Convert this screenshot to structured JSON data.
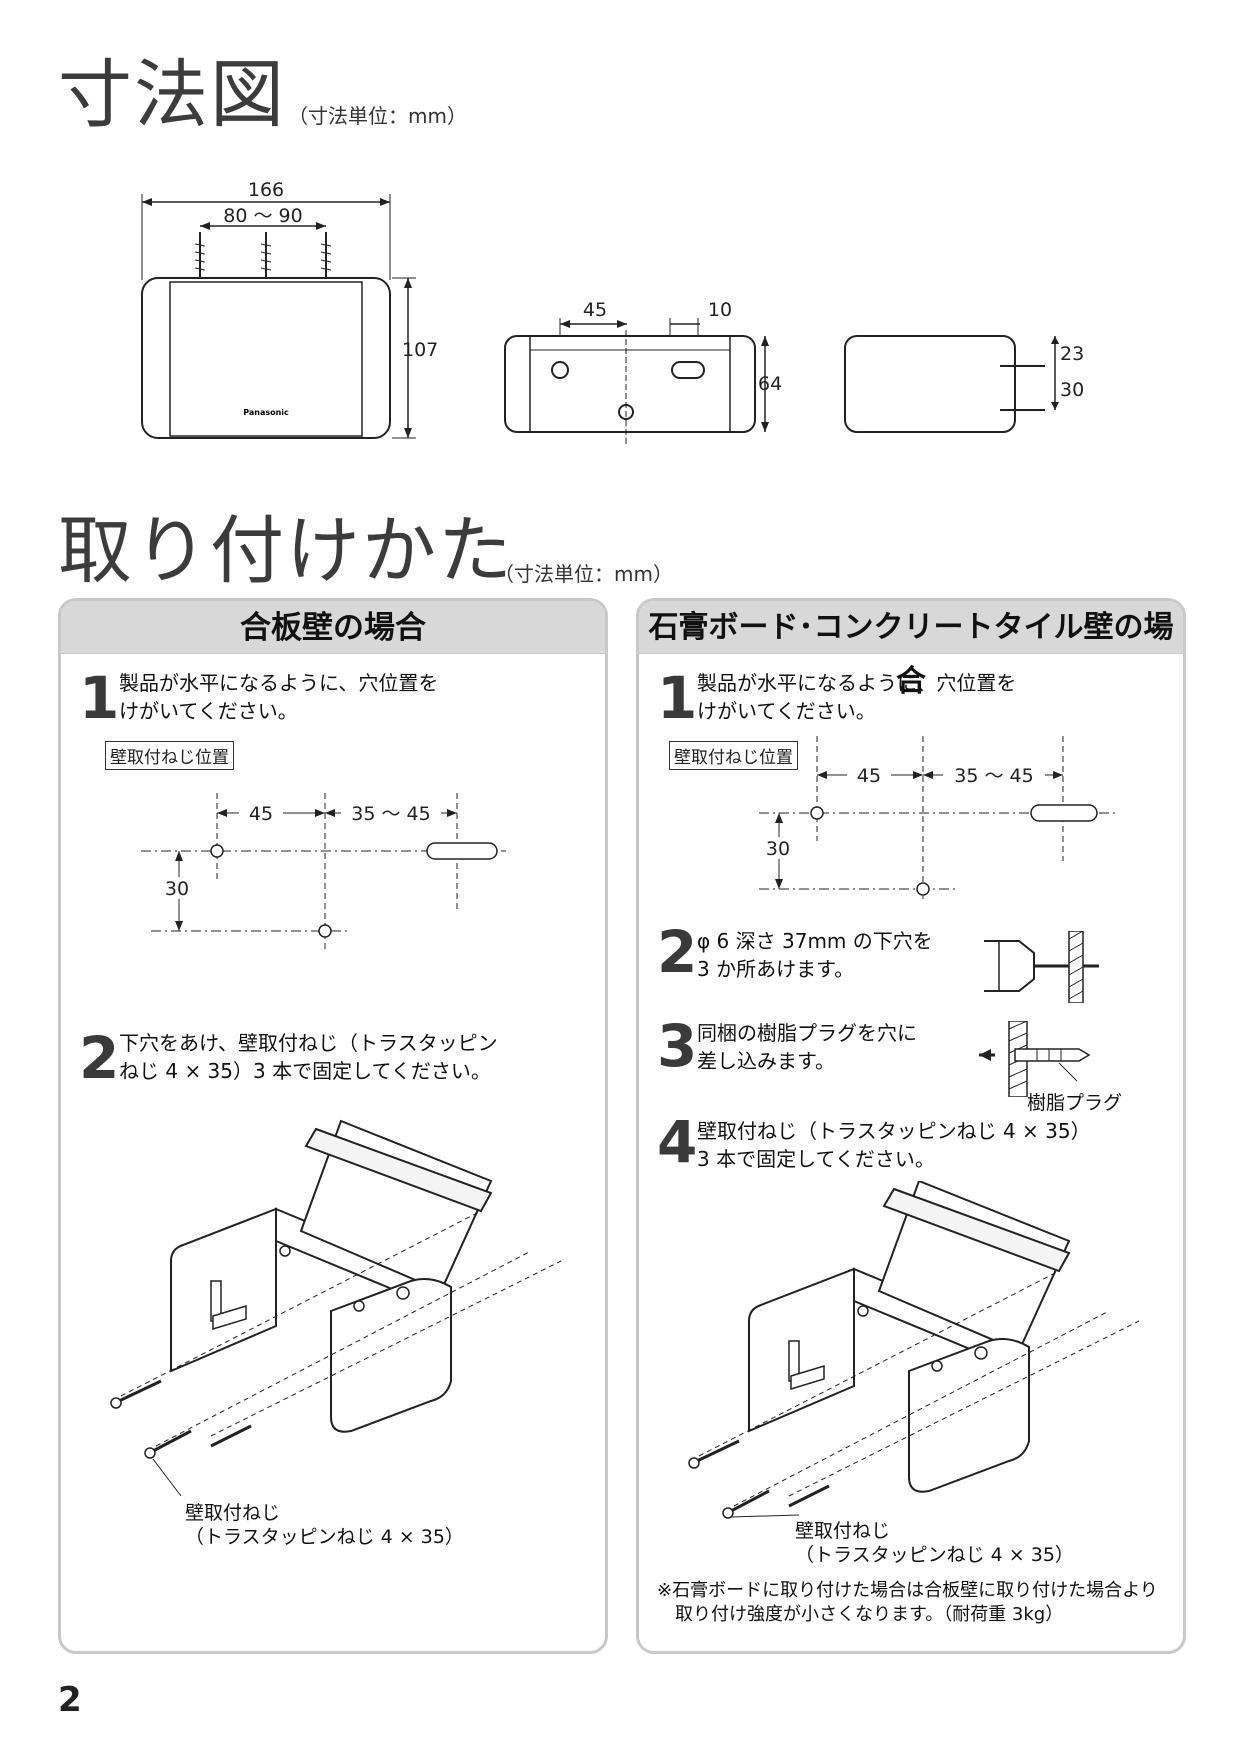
{
  "dimensions": {
    "title": "寸法図",
    "unit": "（寸法単位：mm）",
    "front": {
      "width": "166",
      "screw_span": "80 ～ 90",
      "height": "107",
      "brand": "Panasonic"
    },
    "back": {
      "spacing": "45",
      "offset": "10",
      "height": "64"
    },
    "side": {
      "upper": "23",
      "lower": "30"
    }
  },
  "install": {
    "title": "取り付けかた",
    "unit": "（寸法単位：mm）",
    "plywood": {
      "heading": "合板壁の場合",
      "step1": {
        "num": "1",
        "line1": "製品が水平になるように、穴位置を",
        "line2": "けがいてください。"
      },
      "screw_position_label": "壁取付ねじ位置",
      "dims": {
        "left": "45",
        "right": "35 ～ 45",
        "vertical": "30"
      },
      "step2": {
        "num": "2",
        "line1": "下穴をあけ、壁取付ねじ（トラスタッピン",
        "line2": "ねじ 4 × 35）3 本で固定してください。"
      },
      "screw_label1": "壁取付ねじ",
      "screw_label2": "（トラスタッピンねじ 4 × 35）"
    },
    "gypsum": {
      "heading": "石膏ボード･コンクリートタイル壁の場合",
      "step1": {
        "num": "1",
        "line1": "製品が水平になるように、穴位置を",
        "line2": "けがいてください。"
      },
      "screw_position_label": "壁取付ねじ位置",
      "dims": {
        "left": "45",
        "right": "35 ～ 45",
        "vertical": "30"
      },
      "step2": {
        "num": "2",
        "line1": "φ 6 深さ 37mm の下穴を",
        "line2": "3 か所あけます。"
      },
      "step3": {
        "num": "3",
        "line1": "同梱の樹脂プラグを穴に",
        "line2": "差し込みます。"
      },
      "plug_label": "樹脂プラグ",
      "step4": {
        "num": "4",
        "line1": "壁取付ねじ（トラスタッピンねじ 4 × 35）",
        "line2": "3 本で固定してください。"
      },
      "screw_label1": "壁取付ねじ",
      "screw_label2": "（トラスタッピンねじ 4 × 35）",
      "note1": "※石膏ボードに取り付けた場合は合板壁に取り付けた場合より",
      "note2": "取り付け強度が小さくなります。（耐荷重 3kg）"
    }
  },
  "page_number": "2"
}
